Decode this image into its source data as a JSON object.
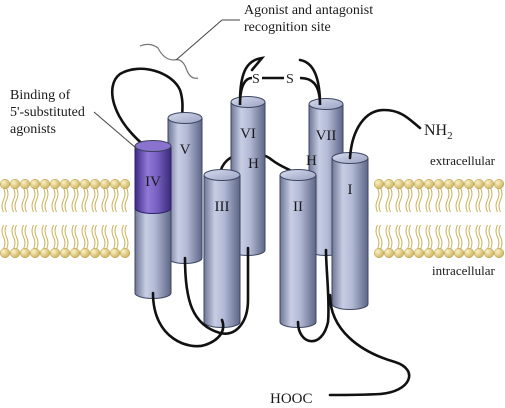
{
  "callouts": {
    "recognition_line1": "Agonist and antagonist",
    "recognition_line2": "recognition site",
    "binding_line1": "Binding of",
    "binding_line2": "5'-substituted",
    "binding_line3": "agonists"
  },
  "regions": {
    "extracellular": "extracellular",
    "intracellular": "intracellular"
  },
  "termini": {
    "n_terminus": "NH",
    "n_terminus_subscript": "2",
    "c_terminus": "HOOC"
  },
  "disulfide": {
    "left": "S",
    "right": "S"
  },
  "helices": [
    {
      "label": "IV",
      "highlighted": true
    },
    {
      "label": "V",
      "highlighted": false
    },
    {
      "label": "III",
      "highlighted": false
    },
    {
      "label": "VI",
      "highlighted": false
    },
    {
      "label": "II",
      "highlighted": false
    },
    {
      "label": "VII",
      "highlighted": false
    },
    {
      "label": "I",
      "highlighted": false
    }
  ],
  "helix_marks": {
    "h_left": "H",
    "h_right": "H"
  },
  "colors": {
    "helix": "#a9b1cf",
    "helix_highlight": "#6a4fb0",
    "lipid_head": "#e6d48f",
    "lipid_tail": "#cfb45a",
    "loop": "#111111"
  }
}
